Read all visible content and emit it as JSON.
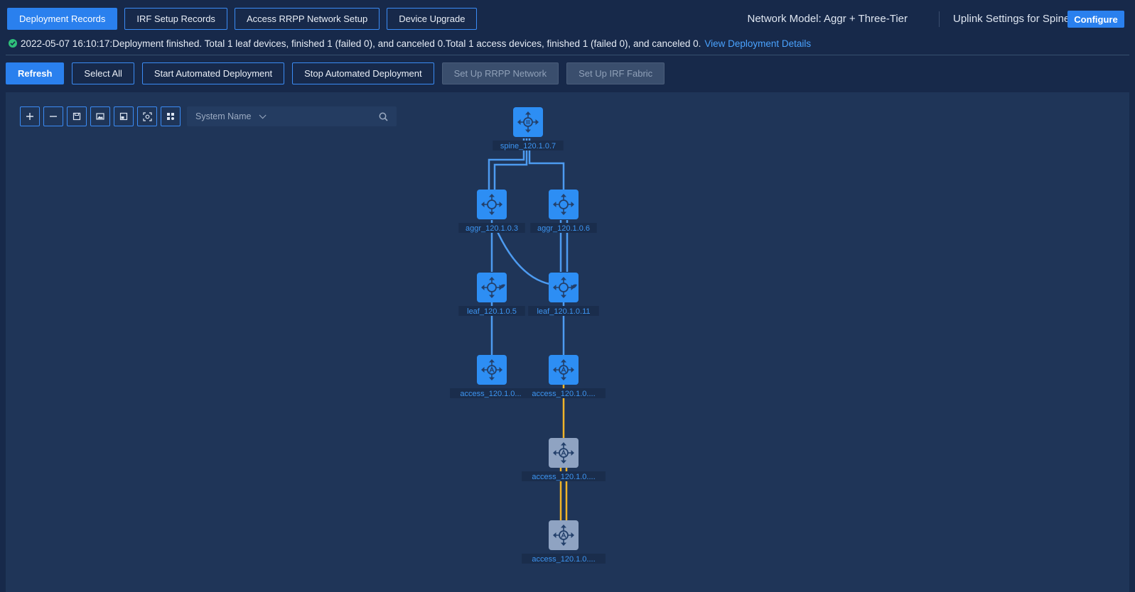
{
  "tabs": [
    {
      "label": "Deployment Records",
      "active": true
    },
    {
      "label": "IRF Setup Records",
      "active": false
    },
    {
      "label": "Access RRPP Network Setup",
      "active": false
    },
    {
      "label": "Device Upgrade",
      "active": false
    }
  ],
  "header": {
    "network_model": "Network Model: Aggr + Three-Tier",
    "uplink_label": "Uplink Settings for Spine:",
    "configure_label": "Configure"
  },
  "status": {
    "message": "2022-05-07 16:10:17:Deployment finished. Total 1 leaf devices, finished 1 (failed 0), and canceled 0.Total 1 access devices, finished 1 (failed 0), and canceled 0.",
    "link": "View Deployment Details",
    "icon": "check-circle-icon",
    "icon_color": "#2fc07a"
  },
  "actions": {
    "refresh": "Refresh",
    "select_all": "Select All",
    "start": "Start Automated Deployment",
    "stop": "Stop Automated Deployment",
    "rrpp": "Set Up RRPP Network",
    "irf": "Set Up IRF Fabric"
  },
  "toolbar": {
    "tools": [
      "zoom-in-icon",
      "zoom-out-icon",
      "save-icon",
      "image-icon",
      "fit-icon",
      "focus-icon",
      "layout-icon"
    ],
    "search_field": "System Name",
    "search_placeholder": ""
  },
  "topology": {
    "nodes": [
      {
        "id": "spine",
        "label": "spine_120.1.0.7",
        "type": "spine",
        "state": "online"
      },
      {
        "id": "aggr3",
        "label": "aggr_120.1.0.3",
        "type": "aggr",
        "state": "online"
      },
      {
        "id": "aggr6",
        "label": "aggr_120.1.0.6",
        "type": "aggr",
        "state": "online"
      },
      {
        "id": "leaf5",
        "label": "leaf_120.1.0.5",
        "type": "leaf",
        "state": "online"
      },
      {
        "id": "leaf11",
        "label": "leaf_120.1.0.11",
        "type": "leaf",
        "state": "online"
      },
      {
        "id": "acc1",
        "label": "access_120.1.0....",
        "type": "access",
        "state": "online"
      },
      {
        "id": "acc2",
        "label": "access_120.1.0....",
        "type": "access",
        "state": "online"
      },
      {
        "id": "acc3",
        "label": "access_120.1.0....",
        "type": "access",
        "state": "offline"
      },
      {
        "id": "acc4",
        "label": "access_120.1.0....",
        "type": "access",
        "state": "offline"
      }
    ],
    "colors": {
      "online": "#2d8ef4",
      "offline": "#8fa3c2",
      "link": "#4d9bf0",
      "warning_link": "#f0b429"
    }
  }
}
